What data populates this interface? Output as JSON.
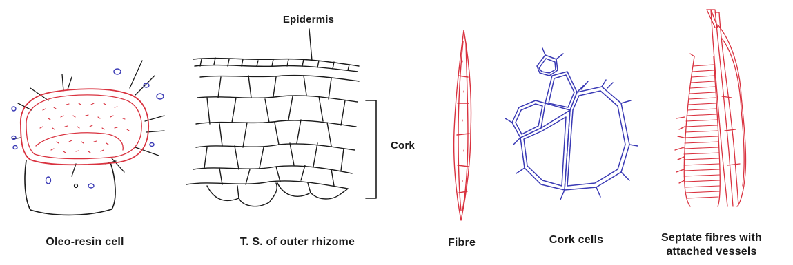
{
  "labels": {
    "oleo_resin_cell": "Oleo-resin cell",
    "ts_outer_rhizome": "T. S. of outer rhizome",
    "epidermis": "Epidermis",
    "cork": "Cork",
    "fibre": "Fibre",
    "cork_cells": "Cork cells",
    "septate_line1": "Septate fibres with",
    "septate_line2": "attached vessels"
  },
  "colors": {
    "red_ink": "#d9323f",
    "blue_ink": "#3a3ab5",
    "black_ink": "#1a1a1a"
  }
}
